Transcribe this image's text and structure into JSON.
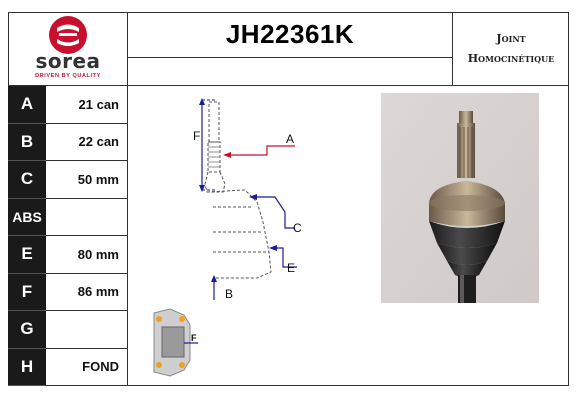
{
  "brand": {
    "name": "sorea",
    "tagline": "DRIVEN BY QUALITY",
    "color": "#c8102e"
  },
  "product": {
    "reference": "JH22361K",
    "type_line1": "Joint",
    "type_line2": "Homocinétique"
  },
  "specs": [
    {
      "key": "A",
      "value": "21 can"
    },
    {
      "key": "B",
      "value": "22 can"
    },
    {
      "key": "C",
      "value": "50 mm"
    },
    {
      "key": "ABS",
      "value": ""
    },
    {
      "key": "E",
      "value": "80 mm"
    },
    {
      "key": "F",
      "value": "86 mm"
    },
    {
      "key": "G",
      "value": ""
    },
    {
      "key": "H",
      "value": "FOND"
    }
  ],
  "diagram": {
    "labels": {
      "A": "A",
      "B": "B",
      "C": "C",
      "E": "E",
      "F": "F"
    },
    "thumb_label": "F",
    "line_colors": {
      "A": "#c8102e",
      "dims": "#1a1a9a"
    }
  },
  "photo": {
    "icon": "cv-joint-photo"
  }
}
